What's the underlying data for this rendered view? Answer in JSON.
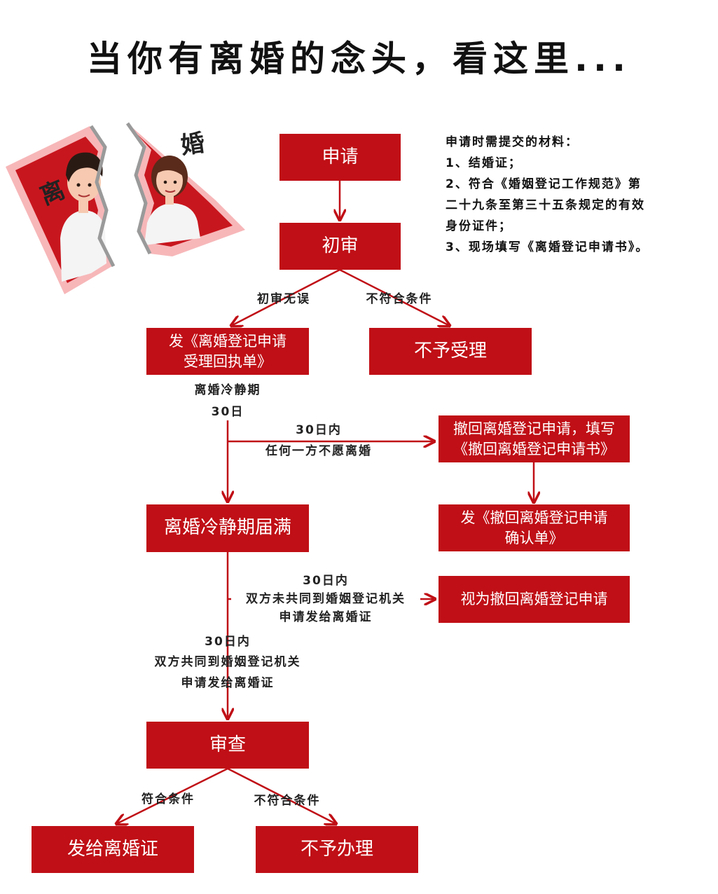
{
  "title": "当你有离婚的念头，看这里...",
  "illustration": {
    "left_char": "离",
    "right_char": "婚",
    "colors": {
      "card": "#c8161e",
      "border": "#f7b7b9",
      "shirt": "#f4f4f4",
      "hair": "#2a1a14",
      "skin": "#f6c9b0"
    }
  },
  "boxes": {
    "apply": "申请",
    "initial_review": "初审",
    "receipt_l1": "发《离婚登记申请",
    "receipt_l2": "受理回执单》",
    "reject": "不予受理",
    "withdraw_l1": "撤回离婚登记申请，填写",
    "withdraw_l2": "《撤回离婚登记申请书》",
    "confirm_l1": "发《撤回离婚登记申请",
    "confirm_l2": "确认单》",
    "cooling_done": "离婚冷静期届满",
    "deemed_withdraw": "视为撤回离婚登记申请",
    "review": "审查",
    "issue": "发给离婚证",
    "refuse": "不予办理"
  },
  "labels": {
    "no_error": "初审无误",
    "not_qualified_1": "不符合条件",
    "cooling_l1": "离婚冷静期",
    "cooling_l2": "30日",
    "within30_a": "30日内",
    "unwilling": "任何一方不愿离婚",
    "within30_b": "30日内",
    "not_jointly_l1": "双方未共同到婚姻登记机关",
    "not_jointly_l2": "申请发给离婚证",
    "within30_c": "30日内",
    "jointly_l1": "双方共同到婚姻登记机关",
    "jointly_l2": "申请发给离婚证",
    "qualified": "符合条件",
    "not_qualified_2": "不符合条件"
  },
  "materials": {
    "heading": "申请时需提交的材料：",
    "items": [
      "1、结婚证；",
      "2、符合《婚姻登记工作规范》第",
      "二十九条至第三十五条规定的有效",
      "身份证件；",
      "3、现场填写《离婚登记申请书》。"
    ]
  },
  "colors": {
    "box": "#c00f16",
    "line": "#c00f16",
    "text": "#111111"
  }
}
